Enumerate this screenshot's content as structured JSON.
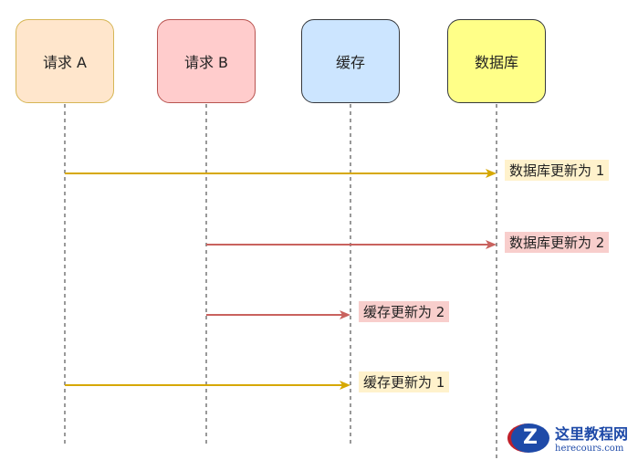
{
  "participants": [
    {
      "label": "请求 A",
      "fill": "#ffe6cc",
      "stroke": "#d6b656"
    },
    {
      "label": "请求 B",
      "fill": "#ffcccc",
      "stroke": "#b85450"
    },
    {
      "label": "缓存",
      "fill": "#cce5ff",
      "stroke": "#36393d"
    },
    {
      "label": "数据库",
      "fill": "#ffff88",
      "stroke": "#36393d"
    }
  ],
  "messages": [
    {
      "from": 0,
      "to": 3,
      "label": "数据库更新为 1",
      "color": "#d6a800",
      "bg": "#fff2cc"
    },
    {
      "from": 1,
      "to": 3,
      "label": "数据库更新为 2",
      "color": "#c9625e",
      "bg": "#f8cecc"
    },
    {
      "from": 1,
      "to": 2,
      "label": "缓存更新为 2",
      "color": "#c9625e",
      "bg": "#f8cecc"
    },
    {
      "from": 0,
      "to": 2,
      "label": "缓存更新为 1",
      "color": "#d6a800",
      "bg": "#fff2cc"
    }
  ],
  "watermark": {
    "title": "这里教程网",
    "url": "herecours.com",
    "logo_letter": "Z"
  }
}
